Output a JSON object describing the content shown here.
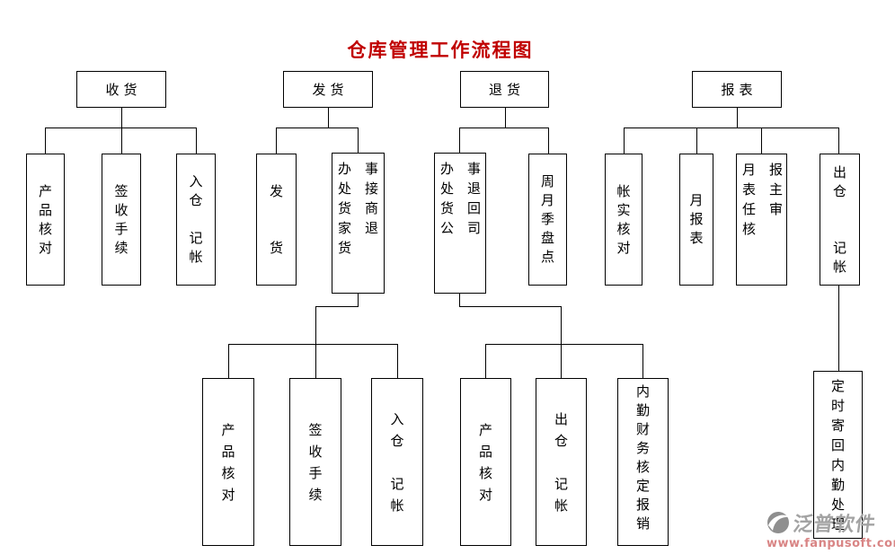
{
  "title": "仓库管理工作流程图",
  "colors": {
    "title_red": "#c00000",
    "line_black": "#000000",
    "watermark_gray": "#a3a3a3",
    "watermark_red": "#d98585"
  },
  "nodes": {
    "top_receive": {
      "label": "收货",
      "text": "收货"
    },
    "top_dispatch": {
      "label": "发货",
      "text": "发货"
    },
    "top_return": {
      "label": "退货",
      "text": "退货"
    },
    "top_report": {
      "label": "报表",
      "text": "报表"
    },
    "rc1": {
      "label": "产品核对",
      "text": "产\n品\n核\n对"
    },
    "rc2": {
      "label": "签收手续",
      "text": "签\n收\n手\n续"
    },
    "rc3": {
      "label": "入仓记帐",
      "text": "入\n仓\n\n记\n帐"
    },
    "dc1": {
      "label": "发货",
      "text": "发\n\n\n货"
    },
    "dc2": {
      "label": "办事处接货商家退货",
      "text": "办事\n处接\n货商\n家退\n货"
    },
    "tc1": {
      "label": "办事处退货回公司",
      "text": "办事\n处退\n货回\n公司"
    },
    "tc2": {
      "label": "周月季盘点",
      "text": "周\n月\n季\n盘\n点"
    },
    "pc1": {
      "label": "帐实核对",
      "text": "帐\n实\n核\n对"
    },
    "pc2": {
      "label": "月报表",
      "text": "月\n报\n表"
    },
    "pc3": {
      "label": "月报表主任审核",
      "text": "月报\n表主\n任审\n核"
    },
    "pc4": {
      "label": "出仓记帐",
      "text": "出\n仓\n\n\n记\n帐"
    },
    "dg1": {
      "label": "产品核对",
      "text": "产\n品\n核\n对"
    },
    "dg2": {
      "label": "签收手续",
      "text": "签\n收\n手\n续"
    },
    "dg3": {
      "label": "入仓记帐",
      "text": "入\n仓\n\n记\n帐"
    },
    "tg1": {
      "label": "产品核对",
      "text": "产\n品\n核\n对"
    },
    "tg2": {
      "label": "出仓记帐",
      "text": "出\n仓\n\n记\n帐"
    },
    "tg3": {
      "label": "内勤财务核定报销",
      "text": "内\n勤\n财\n务\n核\n定\n报\n销"
    },
    "pg1": {
      "label": "定时寄回内勤处理",
      "text": "定\n时\n寄\n回\n内\n勤\n处\n理"
    }
  },
  "structure": [
    {
      "parent": "收货",
      "children": [
        "产品核对",
        "签收手续",
        "入仓记帐"
      ]
    },
    {
      "parent": "发货",
      "children": [
        "发货",
        "办事处接货商家退货"
      ]
    },
    {
      "parent": "办事处接货商家退货",
      "children": [
        "产品核对",
        "签收手续",
        "入仓记帐"
      ]
    },
    {
      "parent": "退货",
      "children": [
        "办事处退货回公司",
        "周月季盘点"
      ]
    },
    {
      "parent": "办事处退货回公司",
      "children": [
        "产品核对",
        "出仓记帐",
        "内勤财务核定报销"
      ]
    },
    {
      "parent": "报表",
      "children": [
        "帐实核对",
        "月报表",
        "月报表主任审核",
        "出仓记帐"
      ]
    },
    {
      "parent": "出仓记帐",
      "children": [
        "定时寄回内勤处理"
      ]
    }
  ],
  "watermark": {
    "brand": "泛普软件",
    "url": "www.fanpusoft.com",
    "logo_icon": "fanpu-swoosh-logo-icon"
  }
}
